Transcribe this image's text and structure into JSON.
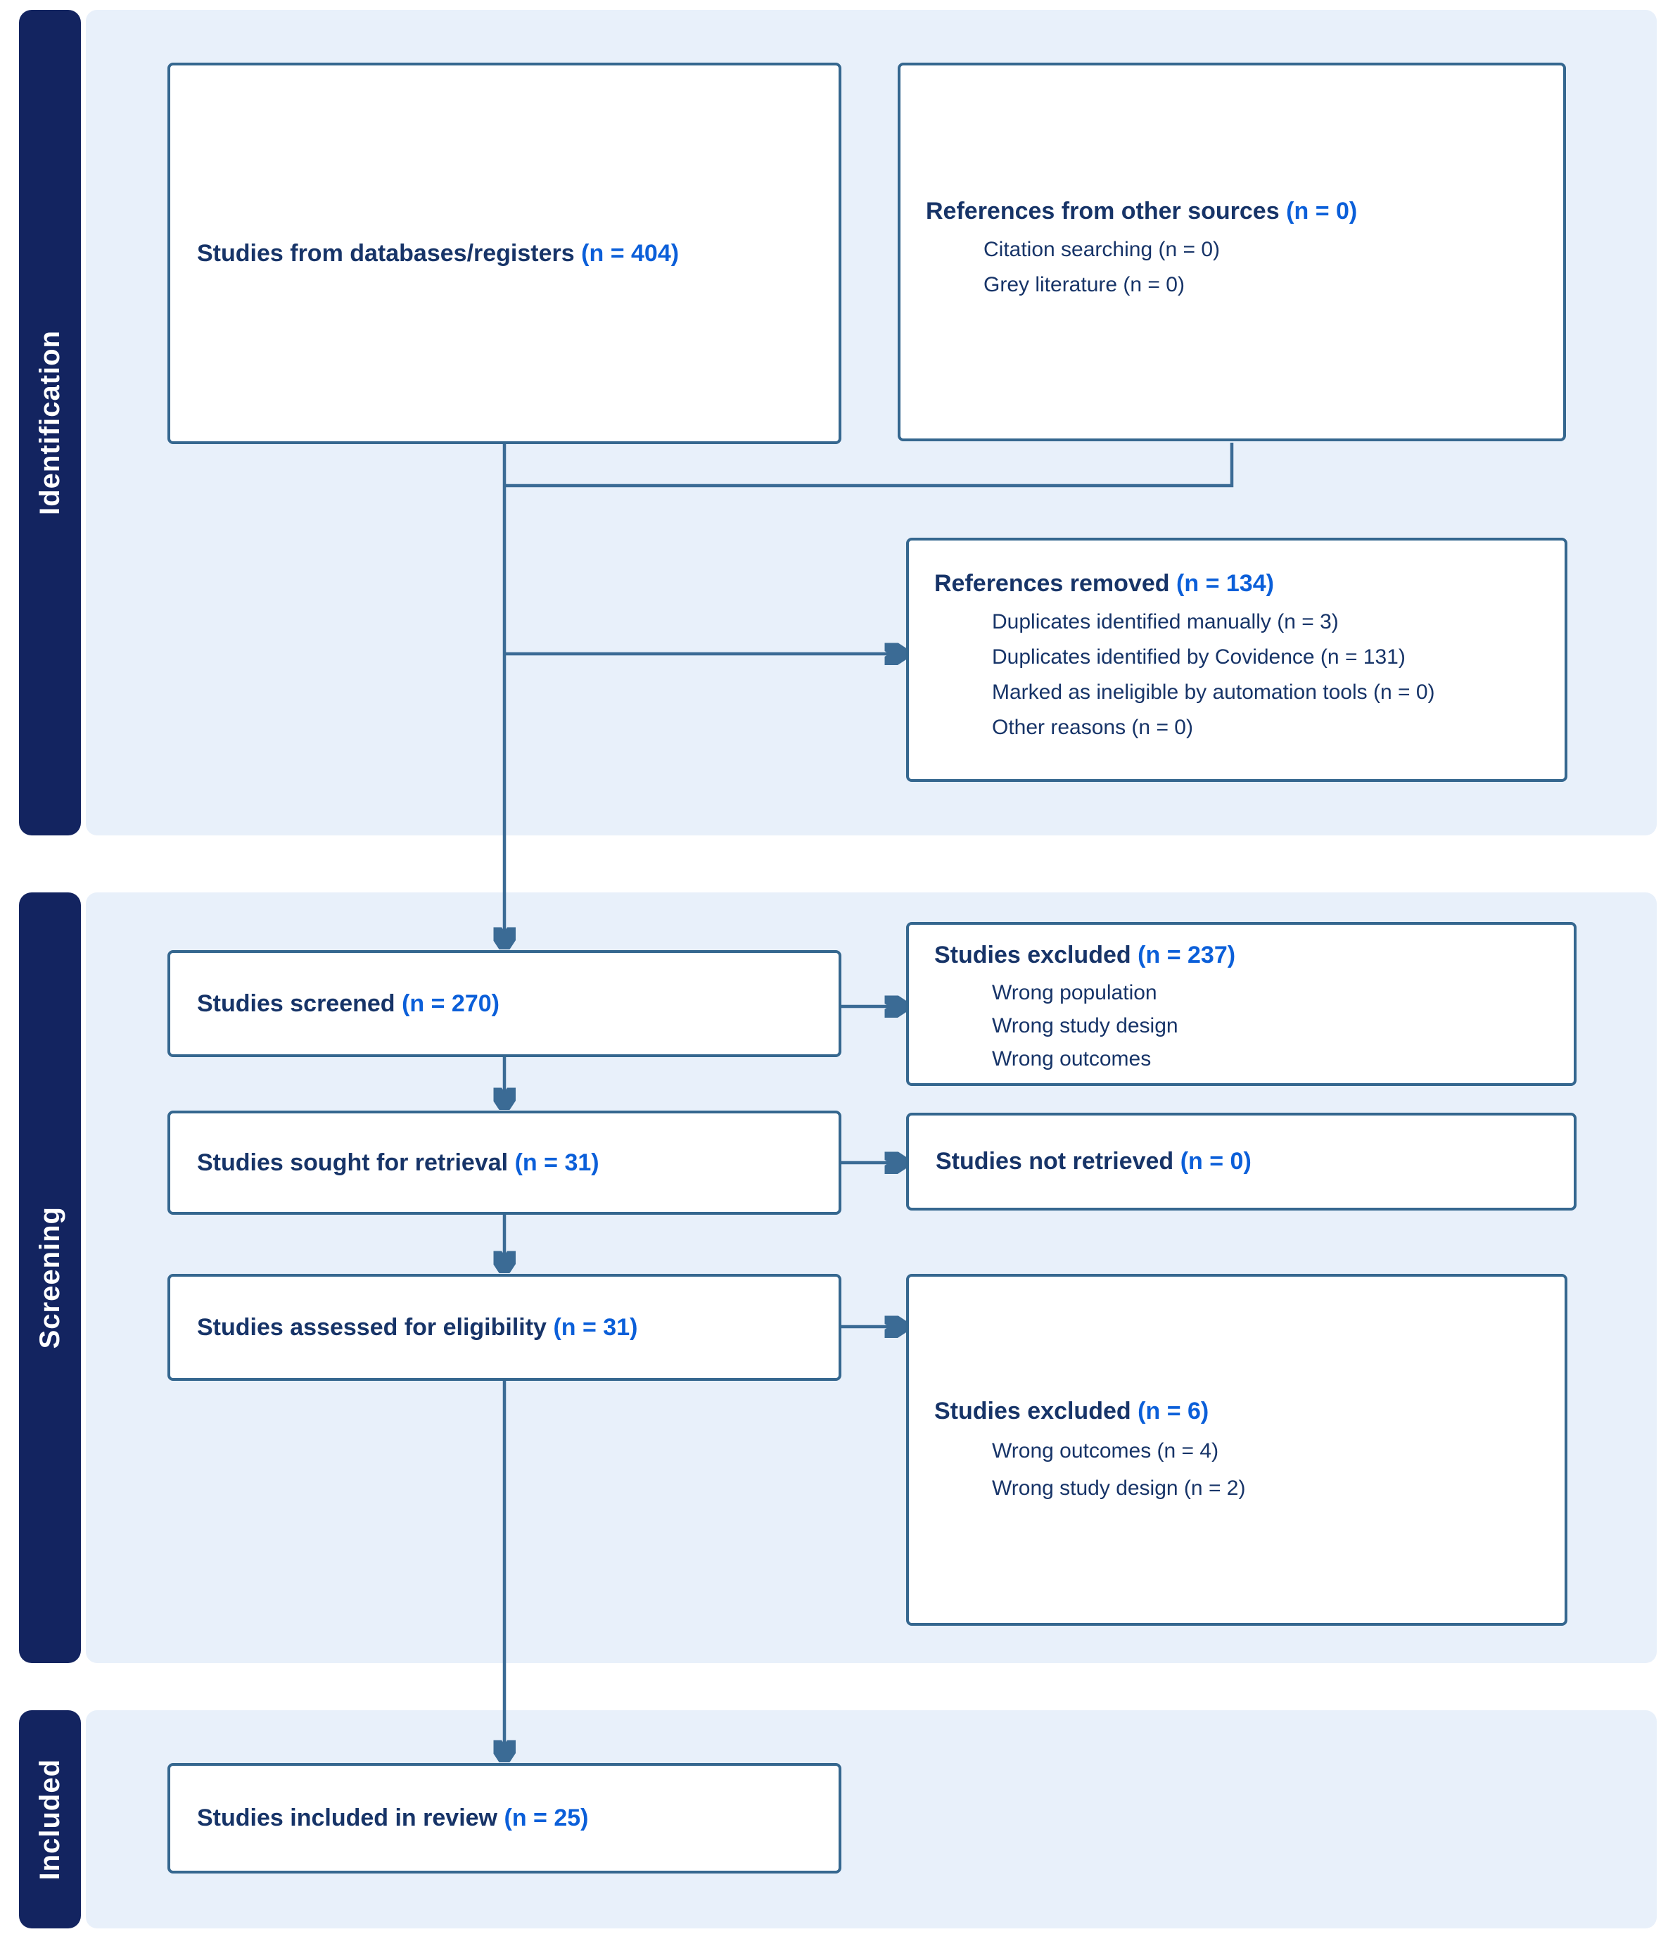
{
  "stages": [
    {
      "label": "Identification"
    },
    {
      "label": "Screening"
    },
    {
      "label": "Included"
    }
  ],
  "boxes": {
    "databases": {
      "text": "Studies from databases/registers",
      "count": "(n = 404)"
    },
    "other_sources": {
      "heading": "References from other sources",
      "count": "(n = 0)",
      "items": [
        "Citation searching (n = 0)",
        "Grey literature (n = 0)"
      ]
    },
    "references_removed": {
      "heading": "References removed",
      "count": "(n = 134)",
      "items": [
        "Duplicates identified manually (n = 3)",
        "Duplicates identified by Covidence (n = 131)",
        "Marked as ineligible by automation tools (n = 0)",
        "Other reasons (n = 0)"
      ]
    },
    "screened": {
      "text": "Studies screened",
      "count": "(n = 270)"
    },
    "excluded_screening": {
      "heading": "Studies excluded",
      "count": "(n = 237)",
      "items": [
        "Wrong population",
        "Wrong study design",
        "Wrong outcomes"
      ]
    },
    "sought_retrieval": {
      "text": "Studies sought for retrieval",
      "count": "(n = 31)"
    },
    "not_retrieved": {
      "text": "Studies not retrieved",
      "count": "(n = 0)"
    },
    "assessed": {
      "text": "Studies assessed for eligibility",
      "count": "(n = 31)"
    },
    "excluded_eligibility": {
      "heading": "Studies excluded",
      "count": "(n = 6)",
      "items": [
        "Wrong outcomes (n = 4)",
        "Wrong study design (n = 2)"
      ]
    },
    "included_review": {
      "text": "Studies included in review",
      "count": "(n = 25)"
    }
  },
  "colors": {
    "sidebar_navy": "#132460",
    "band_blue": "#e8f0fa",
    "box_border": "#35678f",
    "text_navy": "#173468",
    "accent_blue": "#0b5fd9",
    "connector": "#3b6b95"
  }
}
